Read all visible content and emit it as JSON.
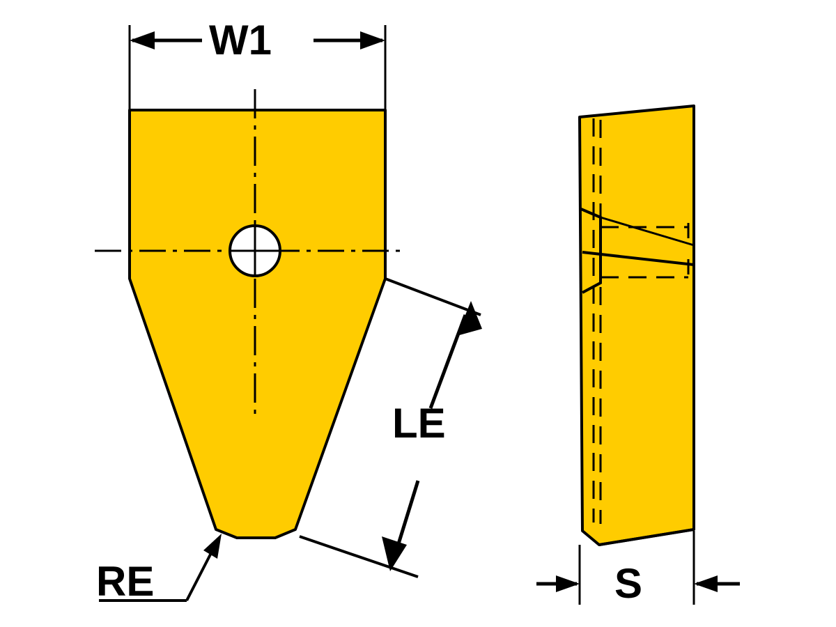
{
  "figure": {
    "title": "Cutting insert technical drawing",
    "background_color": "#ffffff",
    "insert_fill_color": "#ffcc00",
    "line_color": "#000000"
  },
  "labels": {
    "w1": "W1",
    "le": "LE",
    "re": "RE",
    "s": "S"
  },
  "views": [
    {
      "name": "front-view",
      "description": "Front face of insert with central mounting hole, tapered nose"
    },
    {
      "name": "side-view",
      "description": "Side profile of insert showing thickness S"
    }
  ],
  "annotations": [
    {
      "id": "w1",
      "kind": "dimension-width",
      "text": "W1",
      "view": "front-view"
    },
    {
      "id": "le",
      "kind": "leader-edge-length",
      "text": "LE",
      "view": "front-view"
    },
    {
      "id": "re",
      "kind": "leader-corner-radius",
      "text": "RE",
      "view": "front-view"
    },
    {
      "id": "s",
      "kind": "dimension-thickness",
      "text": "S",
      "view": "side-view"
    }
  ]
}
